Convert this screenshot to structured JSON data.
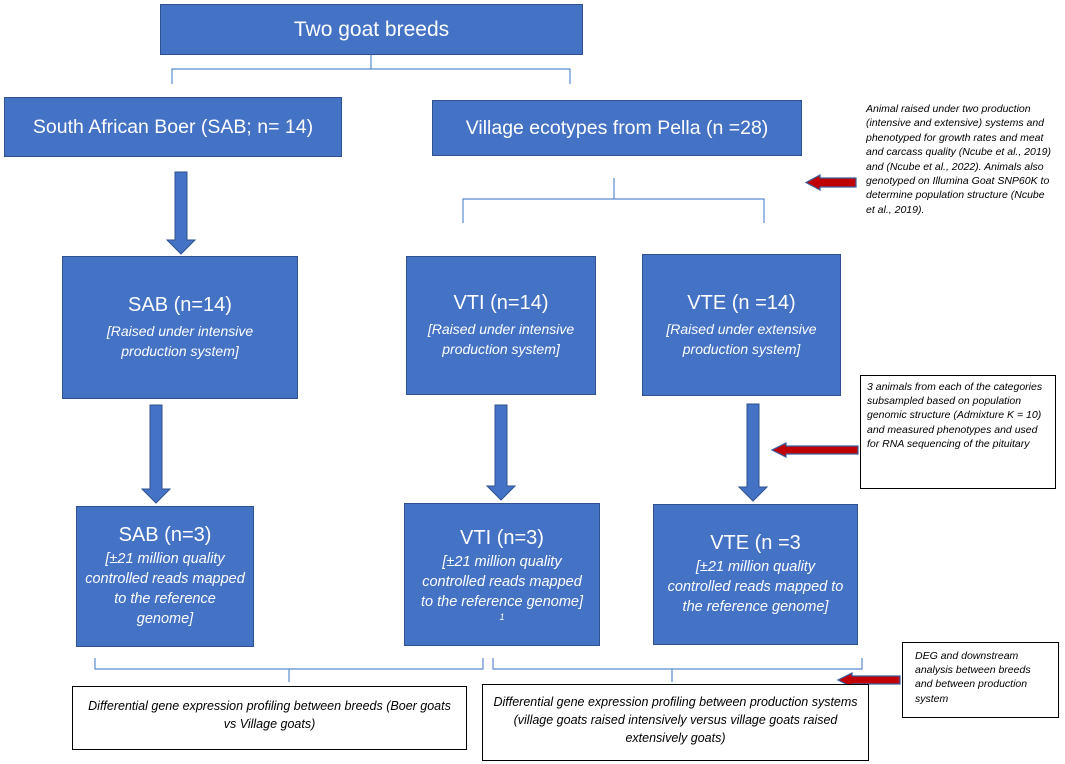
{
  "top": {
    "title": "Two goat breeds"
  },
  "breeds": {
    "sab": "South African Boer (SAB; n= 14)",
    "village": "Village ecotypes from Pella (n =28)"
  },
  "groups": [
    {
      "title": "SAB (n=14)",
      "sub": "[Raised under intensive production system]"
    },
    {
      "title": "VTI (n=14)",
      "sub": "[Raised under intensive production system]"
    },
    {
      "title": "VTE (n =14)",
      "sub": "[Raised under extensive production system]"
    }
  ],
  "samples": [
    {
      "title": "SAB (n=3)",
      "sub": "[±21 million quality controlled reads mapped to the reference genome]"
    },
    {
      "title": "VTI (n=3)",
      "sub": "[±21 million quality controlled reads mapped to the reference genome]",
      "mark": "1"
    },
    {
      "title": "VTE (n =3",
      "sub": "[±21 million quality controlled reads mapped to the reference genome]"
    }
  ],
  "comparisons": {
    "breeds": "Differential gene expression profiling between breeds (Boer goats vs Village goats)",
    "systems": "Differential gene expression profiling between production systems (village goats raised intensively versus village goats raised extensively goats)"
  },
  "notes": {
    "population": "Animal raised under two production (intensive and extensive) systems and phenotyped for growth rates and meat and carcass quality (Ncube et al., 2019) and (Ncube et al., 2022). Animals also genotyped on Illumina Goat SNP60K to determine population structure (Ncube et al., 2019).",
    "subsample": "3 animals from each of the categories subsampled based on population genomic structure (Admixture K = 10) and measured phenotypes and used for RNA sequencing of the pituitary",
    "deg": "DEG and downstream analysis between breeds and between production system"
  },
  "colors": {
    "box_fill": "#4472c4",
    "box_border": "#2f528f",
    "annotation_arrow": "#c00000",
    "arrow_outline": "#3a5fa0"
  }
}
